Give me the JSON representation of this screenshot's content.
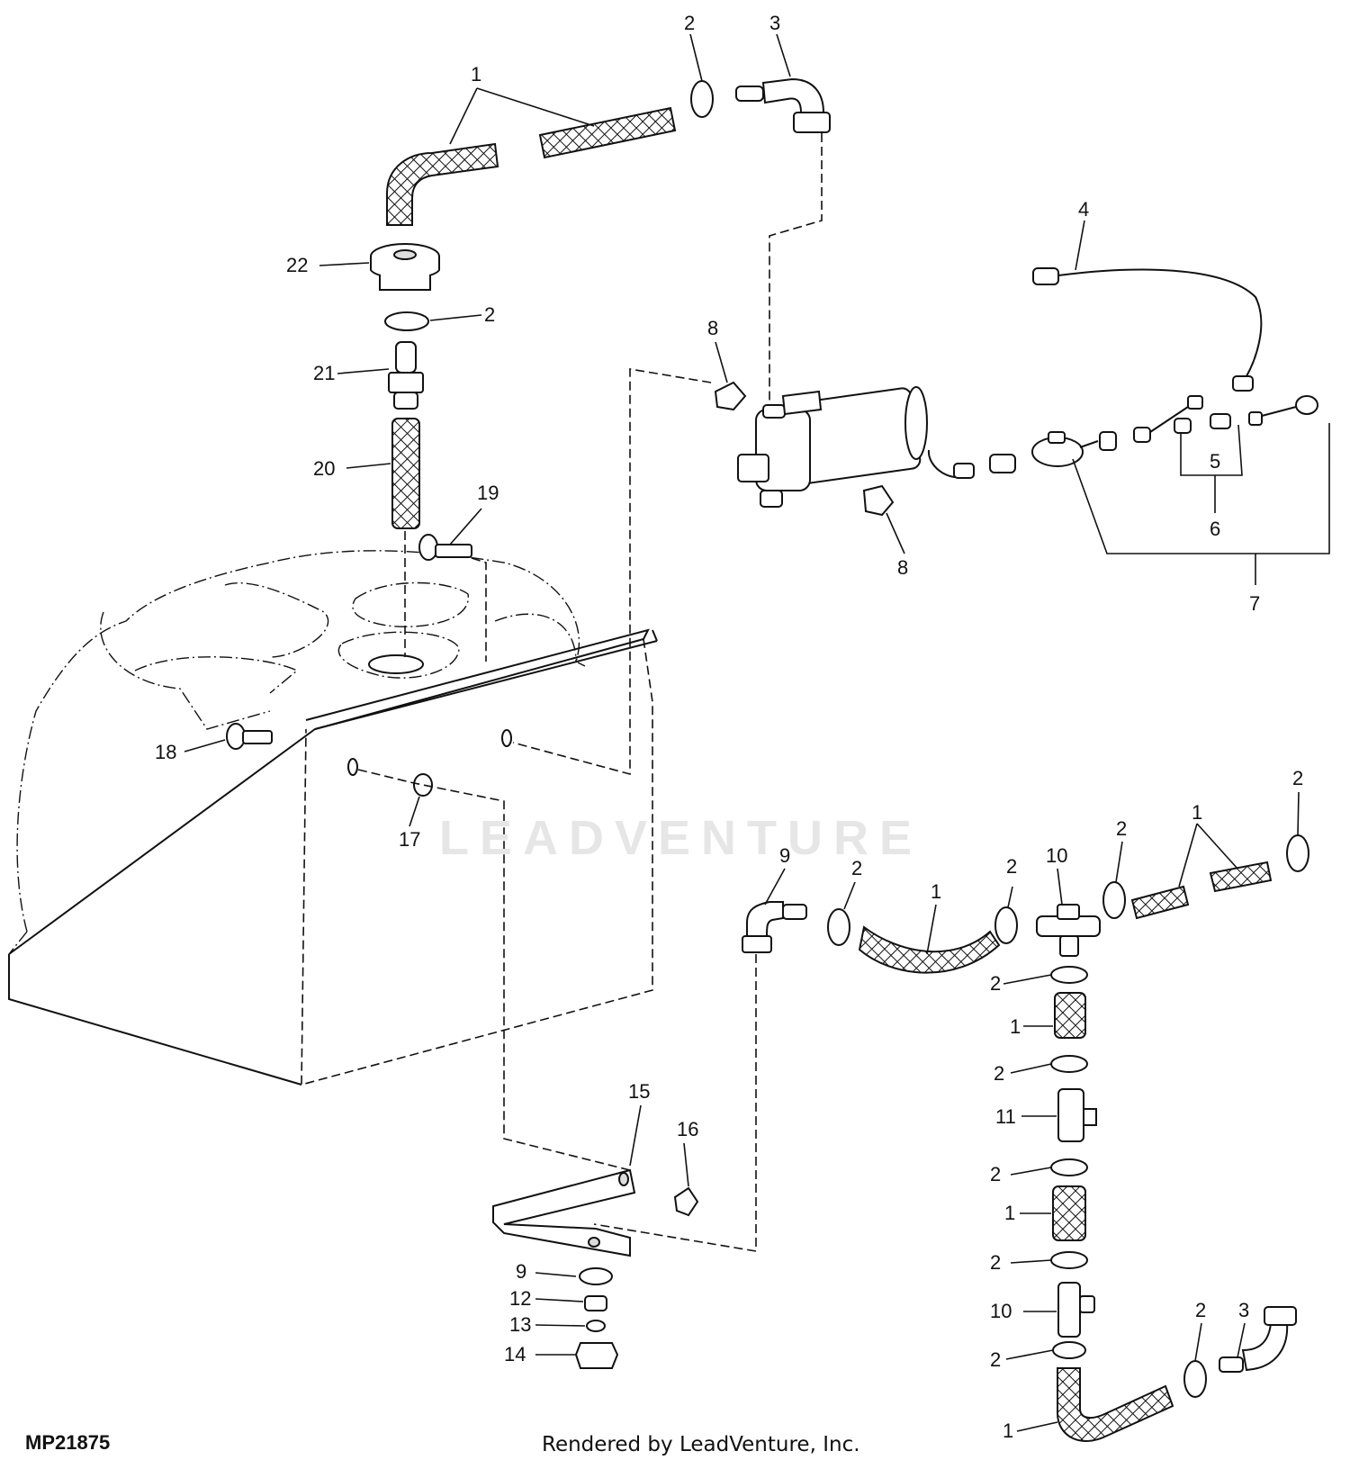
{
  "figure_id": "MP21875",
  "credit": "Rendered by LeadVenture, Inc.",
  "watermark": "LEADVENTURE",
  "callouts": {
    "c1a": "1",
    "c1b": "1",
    "c1c": "1",
    "c1d": "1",
    "c1e": "1",
    "c1f": "1",
    "c2a": "2",
    "c2b": "2",
    "c2c": "2",
    "c2d": "2",
    "c2e": "2",
    "c2f": "2",
    "c2g": "2",
    "c2h": "2",
    "c2i": "2",
    "c2j": "2",
    "c2k": "2",
    "c2l": "2",
    "c3a": "3",
    "c3b": "3",
    "c4": "4",
    "c5": "5",
    "c6": "6",
    "c7": "7",
    "c8a": "8",
    "c8b": "8",
    "c9a": "9",
    "c9b": "9",
    "c10a": "10",
    "c10b": "10",
    "c11": "11",
    "c12": "12",
    "c13": "13",
    "c14": "14",
    "c15": "15",
    "c16": "16",
    "c17": "17",
    "c18": "18",
    "c19": "19",
    "c20": "20",
    "c21": "21",
    "c22": "22"
  }
}
